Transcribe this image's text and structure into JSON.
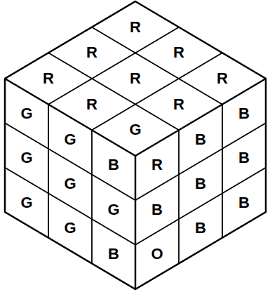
{
  "diagram": {
    "labels": [
      "R",
      "R",
      "R",
      "R",
      "R",
      "R",
      "R",
      "R",
      "G",
      "G",
      "G",
      "B",
      "G",
      "G",
      "G",
      "G",
      "G",
      "B",
      "R",
      "B",
      "B",
      "B",
      "B",
      "B",
      "O",
      "B",
      "B"
    ]
  }
}
